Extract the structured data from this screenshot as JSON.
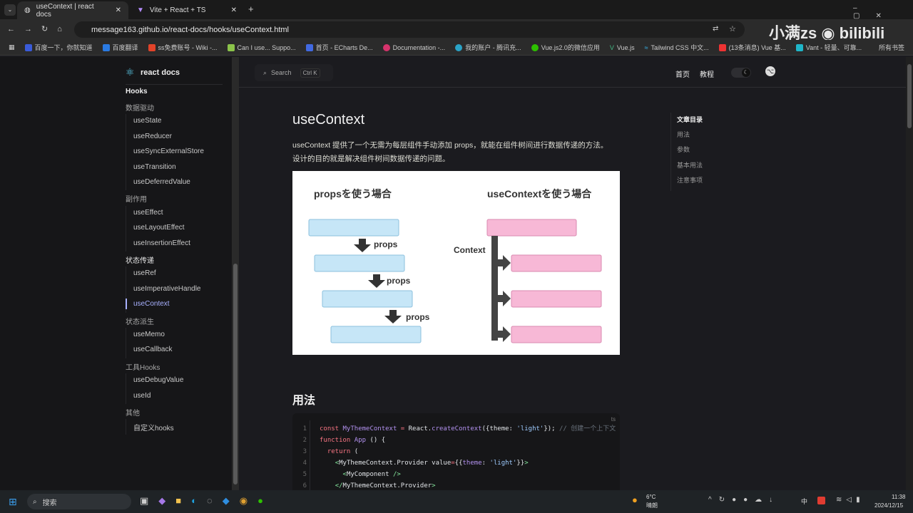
{
  "browser": {
    "tabs": [
      {
        "label": "useContext | react docs",
        "active": true
      },
      {
        "label": "Vite + React + TS",
        "active": false
      }
    ],
    "url": "message163.github.io/react-docs/hooks/useContext.html",
    "bookmarks": [
      "百度一下，你就知道",
      "百度翻译",
      "ss免费账号 - Wiki -...",
      "Can I use... Suppo...",
      "首页 - ECharts De...",
      "Documentation -...",
      "我的账户 - 腾讯充...",
      "Vue.js2.0的微信应用",
      "Vue.js",
      "Tailwind CSS 中文...",
      "(13条消息) Vue 基...",
      "Vant - 轻量、可靠..."
    ],
    "all_bookmarks": "所有书签",
    "watermark": "小满zs bilibili"
  },
  "site": {
    "logo": "react docs",
    "search": "Search",
    "search_shortcut": "Ctrl K",
    "nav": [
      "首页",
      "教程"
    ]
  },
  "sidebar": {
    "title": "Hooks",
    "groups": [
      {
        "label": "数据驱动",
        "items": [
          "useState",
          "useReducer",
          "useSyncExternalStore",
          "useTransition",
          "useDeferredValue"
        ]
      },
      {
        "label": "副作用",
        "items": [
          "useEffect",
          "useLayoutEffect",
          "useInsertionEffect"
        ]
      },
      {
        "label": "状态传递",
        "items": [
          "useRef",
          "useImperativeHandle",
          "useContext"
        ]
      },
      {
        "label": "状态派生",
        "items": [
          "useMemo",
          "useCallback"
        ]
      },
      {
        "label": "工具Hooks",
        "items": [
          "useDebugValue",
          "useId"
        ]
      },
      {
        "label": "其他",
        "items": [
          "自定义hooks"
        ]
      }
    ],
    "active": "useContext",
    "accent": "#a8b1ff"
  },
  "article": {
    "title": "useContext",
    "intro1": "useContext 提供了一个无需为每层组件手动添加 props，就能在组件树间进行数据传递的方法。",
    "intro2": "设计的目的就是解决组件树间数据传递的问题。",
    "diagram": {
      "left_title": "propsを使う場合",
      "right_title": "useContextを使う場合",
      "props": "props",
      "context": "Context"
    },
    "section": "用法",
    "code_lang": "ts",
    "code_lines": [
      "1",
      "2",
      "3",
      "4",
      "5",
      "6"
    ]
  },
  "toc": {
    "title": "文章目录",
    "items": [
      "用法",
      "参数",
      "基本用法",
      "注意事项"
    ]
  },
  "taskbar": {
    "search": "搜索",
    "weather_temp": "6°C",
    "weather_desc": "晴朗",
    "ime": "中",
    "time": "11:38",
    "date": "2024/12/15"
  }
}
